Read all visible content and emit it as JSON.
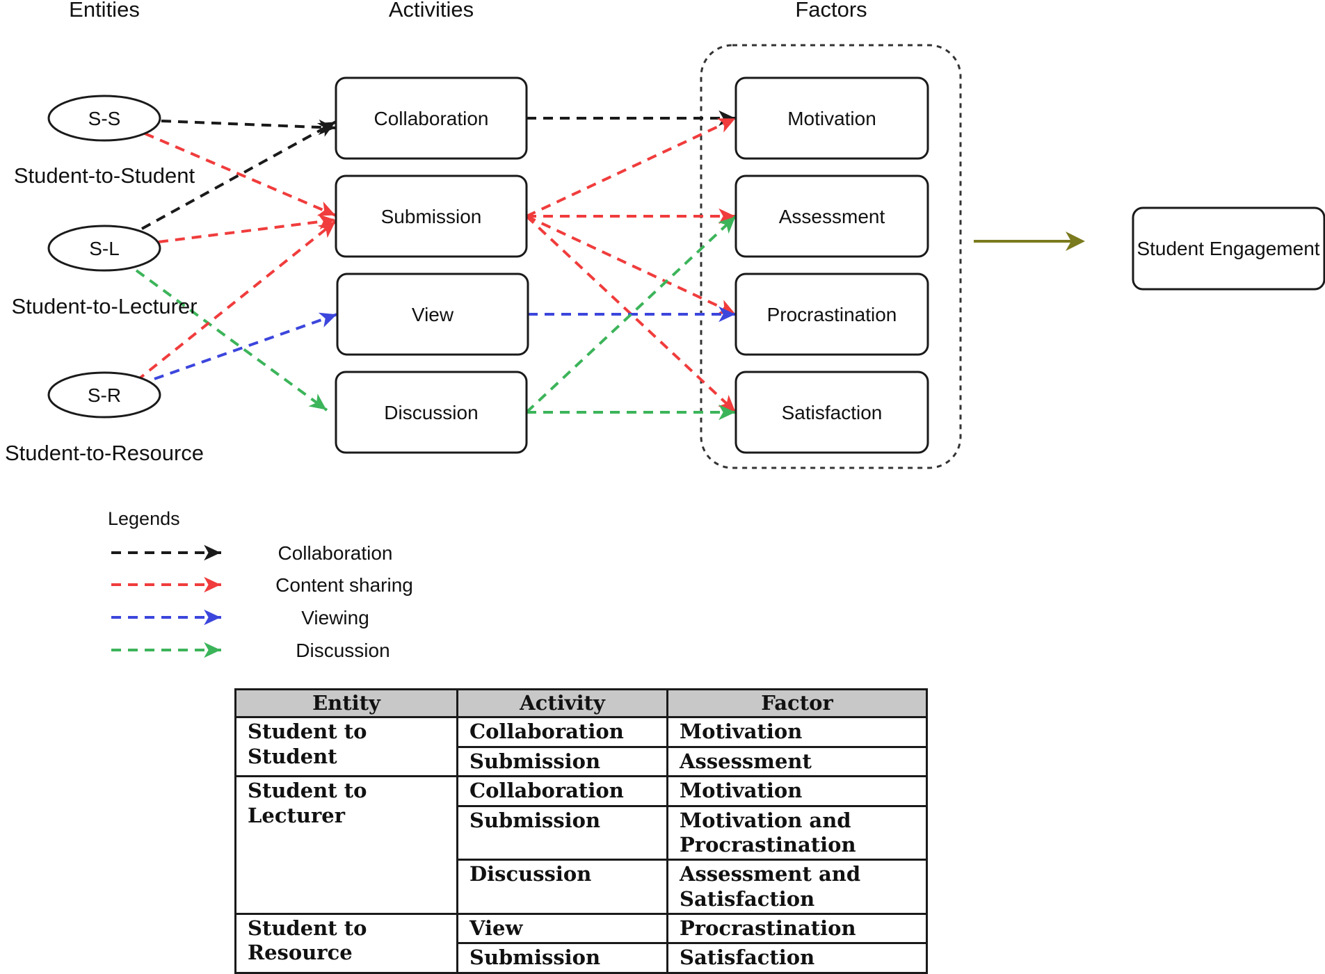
{
  "headers": {
    "entities": "Entities",
    "activities": "Activities",
    "factors": "Factors"
  },
  "entities": [
    {
      "id": "ss",
      "code": "S-S",
      "label": "Student-to-Student"
    },
    {
      "id": "sl",
      "code": "S-L",
      "label": "Student-to-Lecturer"
    },
    {
      "id": "sr",
      "code": "S-R",
      "label": "Student-to-Resource"
    }
  ],
  "activities": [
    {
      "id": "collab",
      "label": "Collaboration"
    },
    {
      "id": "submit",
      "label": "Submission"
    },
    {
      "id": "view",
      "label": "View"
    },
    {
      "id": "discuss",
      "label": "Discussion"
    }
  ],
  "factors": [
    {
      "id": "motiv",
      "label": "Motivation"
    },
    {
      "id": "assess",
      "label": "Assessment"
    },
    {
      "id": "procr",
      "label": "Procrastination"
    },
    {
      "id": "satis",
      "label": "Satisfaction"
    }
  ],
  "outcome": {
    "label": "Student Engagement"
  },
  "colors": {
    "collaboration": "#1a1a1a",
    "content_sharing": "#f03c3c",
    "viewing": "#3c46dc",
    "discussion": "#3cb45a",
    "outcome_arrow": "#7a7a1e"
  },
  "edges": [
    {
      "from": "ss",
      "to": "collab",
      "type": "collaboration"
    },
    {
      "from": "ss",
      "to": "submit",
      "type": "content_sharing"
    },
    {
      "from": "sl",
      "to": "collab",
      "type": "collaboration"
    },
    {
      "from": "sl",
      "to": "submit",
      "type": "content_sharing"
    },
    {
      "from": "sl",
      "to": "discuss",
      "type": "discussion"
    },
    {
      "from": "sr",
      "to": "submit",
      "type": "content_sharing"
    },
    {
      "from": "sr",
      "to": "view",
      "type": "viewing"
    },
    {
      "from": "collab",
      "to": "motiv",
      "type": "collaboration"
    },
    {
      "from": "submit",
      "to": "motiv",
      "type": "content_sharing"
    },
    {
      "from": "submit",
      "to": "assess",
      "type": "content_sharing"
    },
    {
      "from": "submit",
      "to": "procr",
      "type": "content_sharing"
    },
    {
      "from": "submit",
      "to": "satis",
      "type": "content_sharing"
    },
    {
      "from": "view",
      "to": "procr",
      "type": "viewing"
    },
    {
      "from": "discuss",
      "to": "assess",
      "type": "discussion"
    },
    {
      "from": "discuss",
      "to": "satis",
      "type": "discussion"
    }
  ],
  "legend": {
    "title": "Legends",
    "items": [
      {
        "type": "collaboration",
        "label": "Collaboration"
      },
      {
        "type": "content_sharing",
        "label": "Content sharing"
      },
      {
        "type": "viewing",
        "label": "Viewing"
      },
      {
        "type": "discussion",
        "label": "Discussion"
      }
    ]
  },
  "table": {
    "headers": [
      "Entity",
      "Activity",
      "Factor"
    ],
    "groups": [
      {
        "entity": "Student to Student",
        "rows": [
          {
            "activity": "Collaboration",
            "factor": "Motivation"
          },
          {
            "activity": "Submission",
            "factor": "Assessment"
          }
        ]
      },
      {
        "entity": "Student to Lecturer",
        "rows": [
          {
            "activity": "Collaboration",
            "factor": "Motivation"
          },
          {
            "activity": "Submission",
            "factor": "Motivation and Procrastination"
          },
          {
            "activity": "Discussion",
            "factor": "Assessment and Satisfaction"
          }
        ]
      },
      {
        "entity": "Student to Resource",
        "rows": [
          {
            "activity": "View",
            "factor": "Procrastination"
          },
          {
            "activity": "Submission",
            "factor": "Satisfaction"
          }
        ]
      }
    ]
  }
}
